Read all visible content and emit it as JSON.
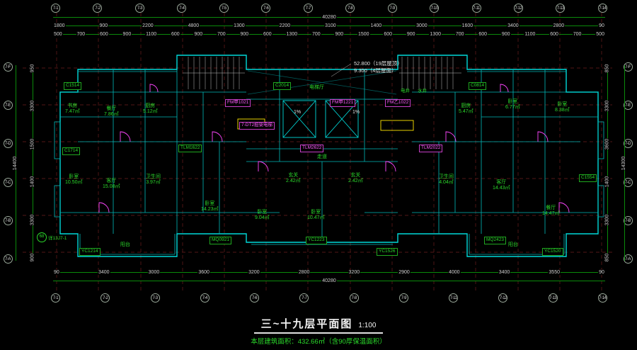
{
  "title": {
    "main": "三~十九层平面图",
    "scale": "1:100",
    "area_note": "本层建筑面积：432.66㎡（含90厚保温面积）"
  },
  "levels": {
    "l1": "52.800（19层屋顶）",
    "l2": "9.300（4层屋面）"
  },
  "slopes": {
    "s1": "1%",
    "s2": "1%"
  },
  "labels": {
    "elevator": "7-DT2担架电梯",
    "lobby": "电梯厅",
    "corridor": "走道",
    "shaft1": "电井",
    "shaft2": "水井",
    "note_bubble": "68",
    "note_text": "详13J7-1"
  },
  "grid": {
    "top": [
      "7-1",
      "7-2",
      "7-3",
      "7-4",
      "7-5",
      "7-6",
      "7-7",
      "7-8",
      "7-9",
      "7-10",
      "7-11",
      "7-12",
      "7-13",
      "7-14"
    ],
    "bottom": [
      "7-1",
      "7-2",
      "7-3",
      "7-4",
      "7-6",
      "7-7",
      "7-8",
      "7-9",
      "7-11",
      "7-12",
      "7-13",
      "7-14"
    ],
    "left": [
      "7-F",
      "7-E",
      "7-D",
      "7-C",
      "7-B",
      "7-A"
    ],
    "right": [
      "7-F",
      "7-E",
      "7-D",
      "7-C",
      "7-B",
      "7-A"
    ]
  },
  "dims": {
    "top_overall": "40280",
    "top_major": [
      "1800",
      "900",
      "2200",
      "4800",
      "1300",
      "2200",
      "3100",
      "1400",
      "3000",
      "1600",
      "3400",
      "2800",
      "90"
    ],
    "top_minor": [
      "500",
      "700",
      "600",
      "900",
      "1100",
      "600",
      "900",
      "700",
      "900",
      "600",
      "1300",
      "700",
      "900",
      "1500",
      "600",
      "900",
      "1300",
      "700",
      "600",
      "900",
      "1100",
      "600",
      "700",
      "500"
    ],
    "bottom_major": [
      "90",
      "3400",
      "3000",
      "3600",
      "3200",
      "2800",
      "3200",
      "2900",
      "4000",
      "3400",
      "3550",
      "90"
    ],
    "bottom_overall": "40280",
    "left_overall": "14400",
    "left_major": [
      "950",
      "3300",
      "1500",
      "1400",
      "3300",
      "900"
    ],
    "right_overall": "14300",
    "right_major": [
      "850",
      "3300",
      "3600",
      "1400",
      "3300",
      "850"
    ]
  },
  "rooms": [
    {
      "name": "卧室",
      "area": "10.50㎡"
    },
    {
      "name": "书房",
      "area": "7.47㎡"
    },
    {
      "name": "客厅",
      "area": "15.08㎡"
    },
    {
      "name": "餐厅",
      "area": "7.86㎡"
    },
    {
      "name": "厨房",
      "area": "5.12㎡"
    },
    {
      "name": "卧室",
      "area": "14.23㎡"
    },
    {
      "name": "卫生间",
      "area": "3.97㎡"
    },
    {
      "name": "玄关",
      "area": "2.42㎡"
    },
    {
      "name": "玄关",
      "area": "2.42㎡"
    },
    {
      "name": "卧室",
      "area": "10.47㎡"
    },
    {
      "name": "卧室",
      "area": "9.04㎡"
    },
    {
      "name": "卧室",
      "area": "8.38㎡"
    },
    {
      "name": "卧室",
      "area": "6.77㎡"
    },
    {
      "name": "客厅",
      "area": "14.43㎡"
    },
    {
      "name": "餐厅",
      "area": "14.47㎡"
    },
    {
      "name": "厨房",
      "area": "5.47㎡"
    },
    {
      "name": "阳台",
      "area": ""
    },
    {
      "name": "阳台",
      "area": ""
    },
    {
      "name": "卫生间",
      "area": "4.04㎡"
    }
  ],
  "codes_green": [
    "YC1214",
    "C1514",
    "TLM1622",
    "MQ0921",
    "YC1223",
    "C0814",
    "YC1520",
    "C1554",
    "MQ2423",
    "C1714",
    "YC1526",
    "C2014"
  ],
  "codes_magenta": [
    "FM甲1021",
    "FM乙1022",
    "TLM2022",
    "TLM2622",
    "FM甲1221"
  ]
}
